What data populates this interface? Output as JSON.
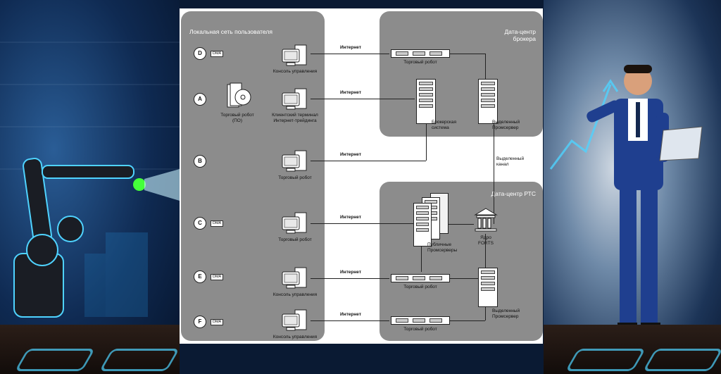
{
  "diagram": {
    "local_zone_title": "Локальная сеть пользователя",
    "broker_zone_title": "Дата-центр брокера",
    "rts_zone_title": "Дата-центр РТС",
    "nodes": {
      "D": "D",
      "A": "A",
      "B": "B",
      "C": "C",
      "E": "E",
      "F": "F"
    },
    "dma_badge": "DMA",
    "internet": "Интернет",
    "labels": {
      "console_mgmt": "Консоль управления",
      "client_terminal_l1": "Клиентский терминал",
      "client_terminal_l2": "Интернет-трейдинга",
      "trading_robot_sw_l1": "Торговый робот",
      "trading_robot_sw_l2": "(ПО)",
      "trading_robot": "Торговый робот",
      "broker_system_l1": "Брокерская",
      "broker_system_l2": "система",
      "dedicated_server_l1": "Выделенный",
      "dedicated_server_l2": "Промсервер",
      "dedicated_channel_l1": "Выделенный",
      "dedicated_channel_l2": "канал",
      "public_servers_l1": "Публичные",
      "public_servers_l2": "Промсерверы",
      "core_l1": "Ядро",
      "core_l2": "FORTS"
    }
  },
  "colors": {
    "zone_gray": "#8c8c8c",
    "panel_white": "#ffffff",
    "line_black": "#222222",
    "accent_glow": "#4fd3ff"
  }
}
